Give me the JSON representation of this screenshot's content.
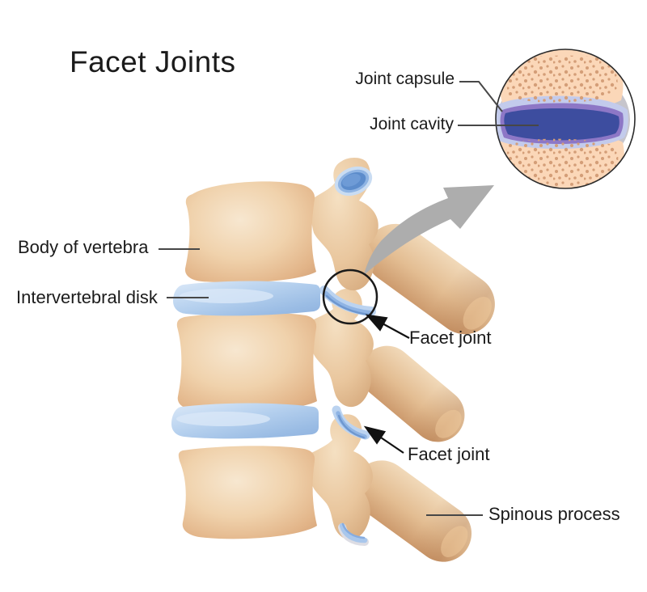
{
  "title": "Facet Joints",
  "inset": {
    "joint_capsule": "Joint capsule",
    "joint_cavity": "Joint cavity"
  },
  "spine_labels": {
    "body_of_vertebra": "Body of vertebra",
    "intervertebral_disk": "Intervertebral disk",
    "facet_joint_upper": "Facet joint",
    "facet_joint_lower": "Facet joint",
    "spinous_process": "Spinous process"
  },
  "colors": {
    "bone": "#EFCBA3",
    "bone_highlight": "#F7E6CE",
    "bone_shadow": "#D5A172",
    "disk_blue": "#ABC9EC",
    "disk_light": "#D8E6F6",
    "cartilage_blue": "#A9C7EC",
    "facet_surface_blue": "#5C8CCB",
    "inset_bone": "#FBD7B8",
    "inset_bone_dots": "#D49E78",
    "capsule_gray": "#C6C5CC",
    "cartilage_periwinkle": "#C3CBEC",
    "cavity_dark_blue": "#3D4D9F",
    "cavity_purple_rim": "#8D77C6",
    "arrow_gray": "#ADADAD",
    "line_color": "#474747",
    "text_color": "#1B1B1B"
  }
}
